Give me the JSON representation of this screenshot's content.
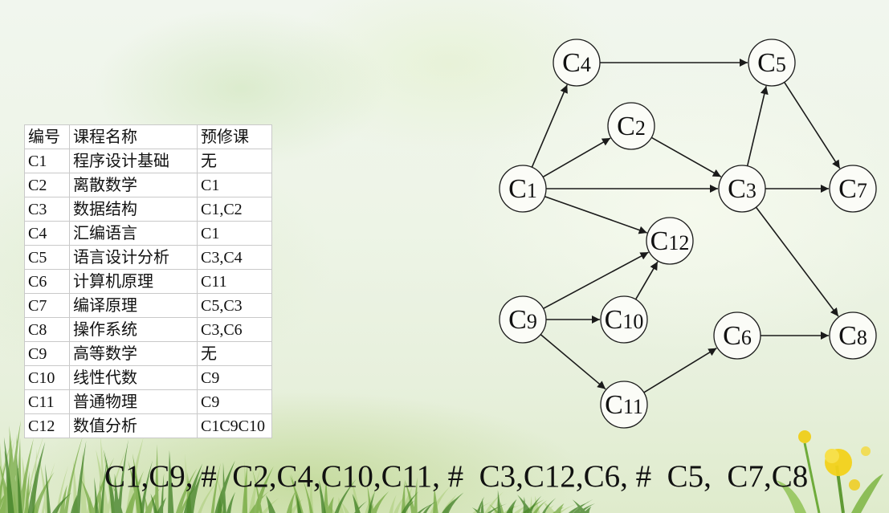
{
  "table": {
    "headers": [
      "编号",
      "课程名称",
      "预修课"
    ],
    "rows": [
      [
        "C1",
        "程序设计基础",
        "无"
      ],
      [
        "C2",
        "离散数学",
        "C1"
      ],
      [
        "C3",
        "数据结构",
        "C1,C2"
      ],
      [
        "C4",
        "汇编语言",
        "C1"
      ],
      [
        "C5",
        "语言设计分析",
        "C3,C4"
      ],
      [
        "C6",
        "计算机原理",
        "C11"
      ],
      [
        "C7",
        "编译原理",
        "C5,C3"
      ],
      [
        "C8",
        "操作系统",
        "C3,C6"
      ],
      [
        "C9",
        "高等数学",
        "无"
      ],
      [
        "C10",
        "线性代数",
        "C9"
      ],
      [
        "C11",
        "普通物理",
        "C9"
      ],
      [
        "C12",
        "数值分析",
        "C1C9C10"
      ]
    ]
  },
  "graph": {
    "nodes": [
      "C1",
      "C2",
      "C3",
      "C4",
      "C5",
      "C6",
      "C7",
      "C8",
      "C9",
      "C10",
      "C11",
      "C12"
    ],
    "edges": [
      [
        "C1",
        "C4"
      ],
      [
        "C1",
        "C2"
      ],
      [
        "C1",
        "C3"
      ],
      [
        "C1",
        "C12"
      ],
      [
        "C4",
        "C5"
      ],
      [
        "C2",
        "C3"
      ],
      [
        "C3",
        "C5"
      ],
      [
        "C3",
        "C7"
      ],
      [
        "C3",
        "C8"
      ],
      [
        "C5",
        "C7"
      ],
      [
        "C9",
        "C12"
      ],
      [
        "C9",
        "C10"
      ],
      [
        "C9",
        "C11"
      ],
      [
        "C10",
        "C12"
      ],
      [
        "C11",
        "C6"
      ],
      [
        "C6",
        "C8"
      ]
    ]
  },
  "sequence": "C1,C9, #  C2,C4,C10,C11, #  C3,C12,C6, #  C5,  C7,C8",
  "colors": {
    "node_fill": "#fbfcf7",
    "stroke": "#1a1a1a",
    "text": "#111111",
    "grass": "#6fa53a",
    "flower": "#f2d21a"
  }
}
